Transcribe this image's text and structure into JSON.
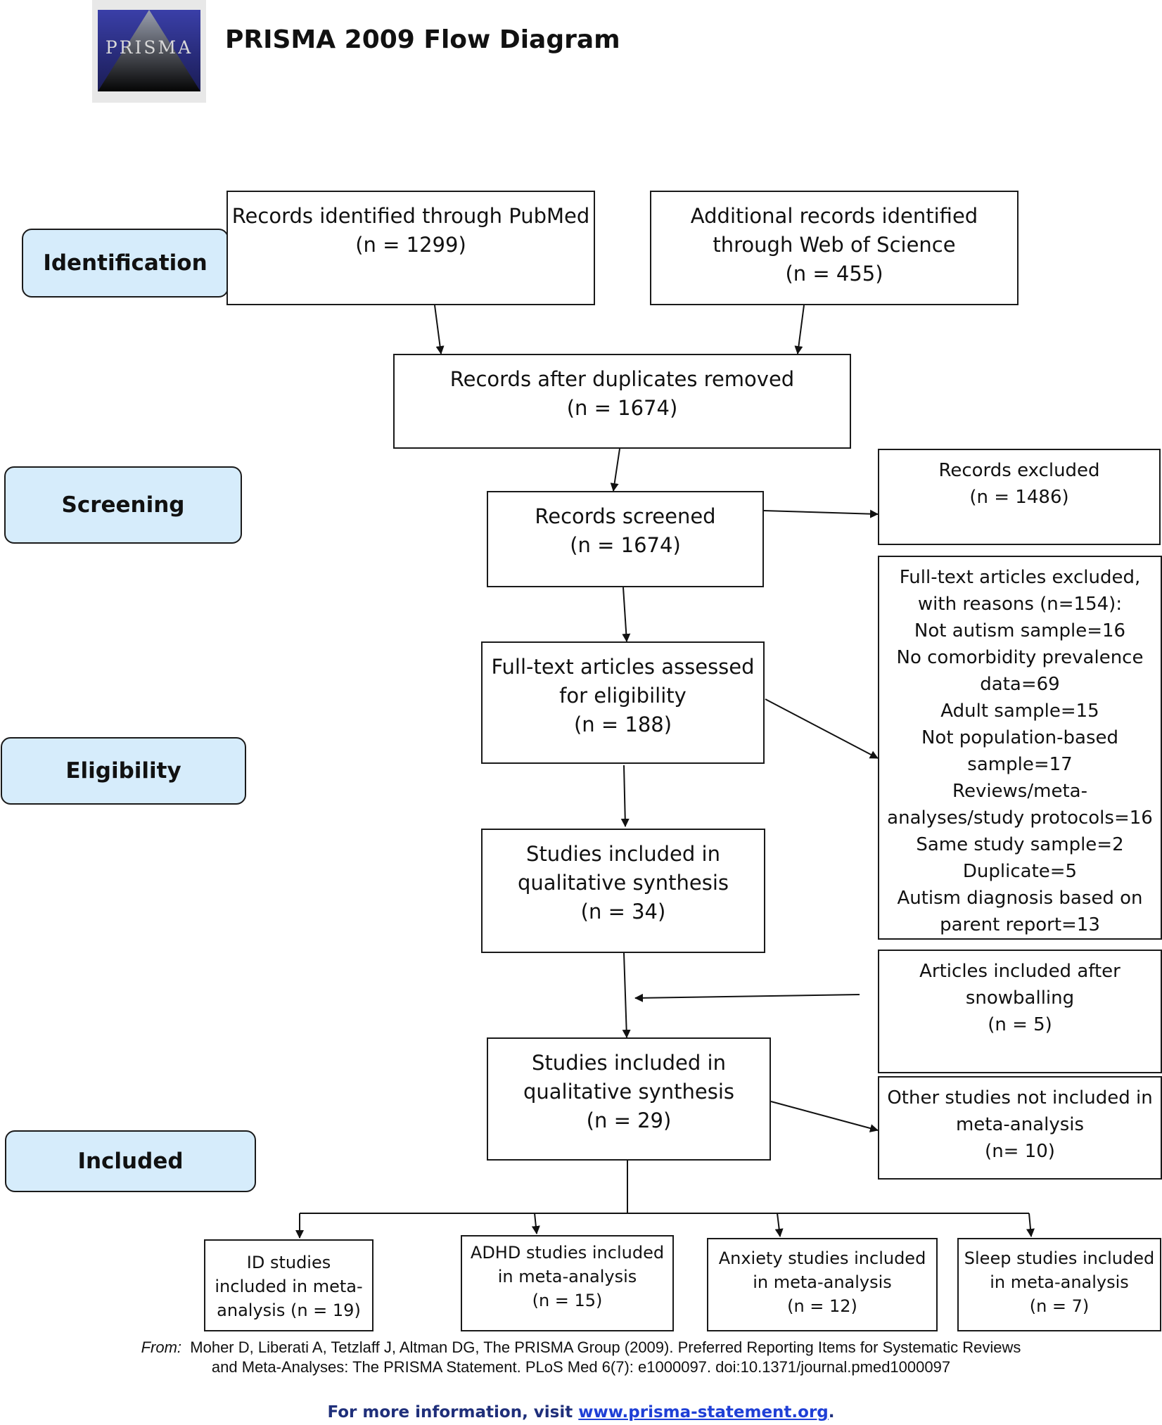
{
  "header": {
    "logo_text": "PRISMA",
    "title": "PRISMA 2009 Flow Diagram"
  },
  "stages": {
    "identification": "Identification",
    "screening": "Screening",
    "eligibility": "Eligibility",
    "included": "Included"
  },
  "boxes": {
    "pubmed": [
      "Records identified through PubMed",
      "(n = 1299)"
    ],
    "wos": [
      "Additional records identified",
      "through Web of Science",
      "(n = 455)"
    ],
    "dedup": [
      "Records after duplicates removed",
      "(n = 1674)"
    ],
    "screened": [
      "Records screened",
      "(n = 1674)"
    ],
    "excluded": [
      "Records excluded",
      "(n = 1486)"
    ],
    "fulltext": [
      "Full-text articles assessed",
      "for eligibility",
      "(n = 188)"
    ],
    "fulltext_excluded": [
      "Full-text articles excluded,",
      "with reasons (n=154):",
      "Not autism sample=16",
      "No comorbidity prevalence",
      "data=69",
      "Adult sample=15",
      "Not population-based",
      "sample=17",
      "Reviews/meta-",
      "analyses/study protocols=16",
      "Same study sample=2",
      "Duplicate=5",
      "Autism diagnosis based on",
      "parent report=13"
    ],
    "qual1": [
      "Studies included in",
      "qualitative synthesis",
      "(n = 34)"
    ],
    "snowball": [
      "Articles included after",
      "snowballing",
      "(n = 5)"
    ],
    "qual2": [
      "Studies included in",
      "qualitative synthesis",
      "(n = 29)"
    ],
    "other": [
      "Other studies not included in",
      "meta-analysis",
      "(n= 10)"
    ],
    "id": [
      "ID studies",
      "included in meta-",
      "analysis (n = 19)"
    ],
    "adhd": [
      "ADHD studies included",
      "in meta-analysis",
      "(n = 15)"
    ],
    "anxiety": [
      "Anxiety studies included",
      "in meta-analysis",
      "(n = 12)"
    ],
    "sleep": [
      "Sleep studies included",
      "in meta-analysis",
      "(n = 7)"
    ]
  },
  "citation": {
    "from_label": "From:",
    "line1": "Moher D, Liberati A, Tetzlaff J, Altman DG, The PRISMA Group (2009). Preferred Reporting Items for Systematic Reviews",
    "line2": "and Meta-Analyses: The PRISMA Statement. PLoS Med 6(7): e1000097. doi:10.1371/journal.pmed1000097"
  },
  "footer": {
    "text": "For more information, visit ",
    "link": "www.prisma-statement.org",
    "end": "."
  }
}
